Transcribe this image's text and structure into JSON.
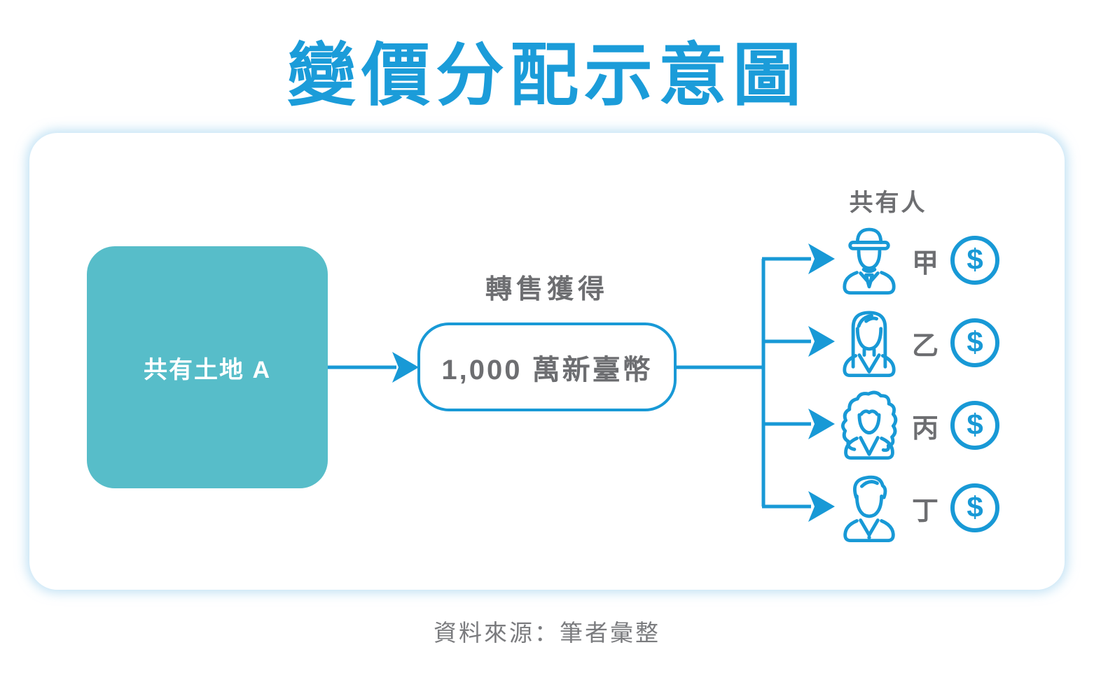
{
  "title": "變價分配示意圖",
  "diagram": {
    "land_box_label": "共有土地 A",
    "resale_label": "轉售獲得",
    "amount_label": "1,000 萬新臺幣",
    "owners_header": "共有人",
    "owners": [
      {
        "label": "甲",
        "icon": "man-with-hat"
      },
      {
        "label": "乙",
        "icon": "woman-long-hair"
      },
      {
        "label": "丙",
        "icon": "woman-curly-hair"
      },
      {
        "label": "丁",
        "icon": "young-man"
      }
    ],
    "dollar_symbol": "$"
  },
  "source": "資料來源：筆者彙整",
  "colors": {
    "accent_blue": "#1899d6",
    "title_blue": "#1b9cd9",
    "teal_box": "#57bdc9",
    "text_gray": "#6d6e71",
    "source_gray": "#7a7b7e",
    "card_glow": "#8cc8eb"
  }
}
